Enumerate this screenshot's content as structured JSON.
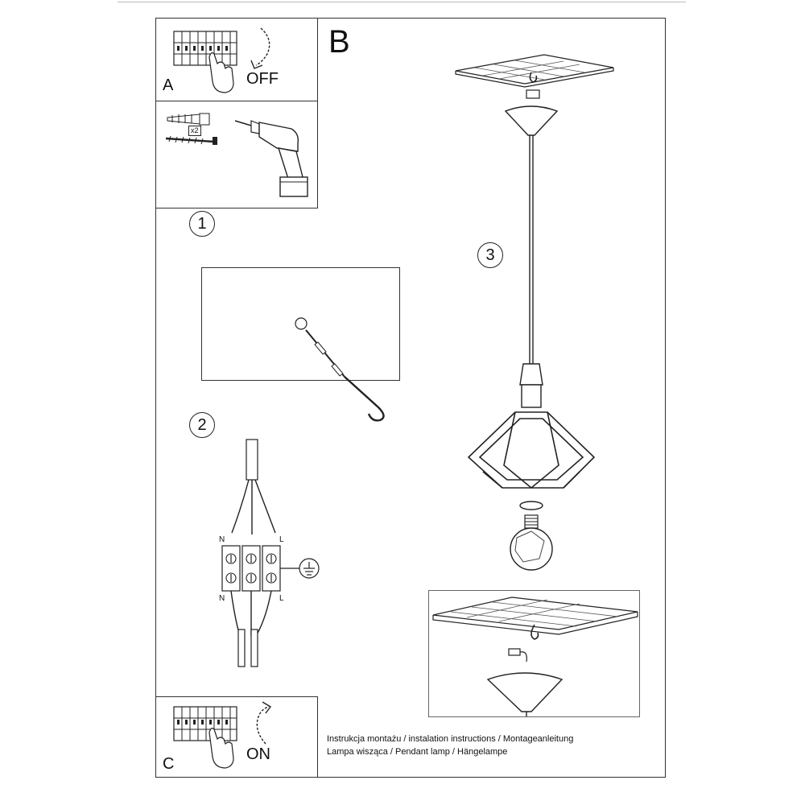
{
  "sections": {
    "a_letter": "A",
    "a_state": "OFF",
    "b_letter": "B",
    "c_letter": "C",
    "c_state": "ON"
  },
  "steps": [
    "1",
    "2",
    "3"
  ],
  "kit": {
    "quantity": "x2"
  },
  "wiring": {
    "top_n": "N",
    "top_l": "L",
    "bottom_n": "N",
    "bottom_l": "L"
  },
  "caption": {
    "line1": "Instrukcja montażu / instalation instructions / Montageanleitung",
    "line2": "Lampa wisząca / Pendant lamp / Hängelampe"
  }
}
